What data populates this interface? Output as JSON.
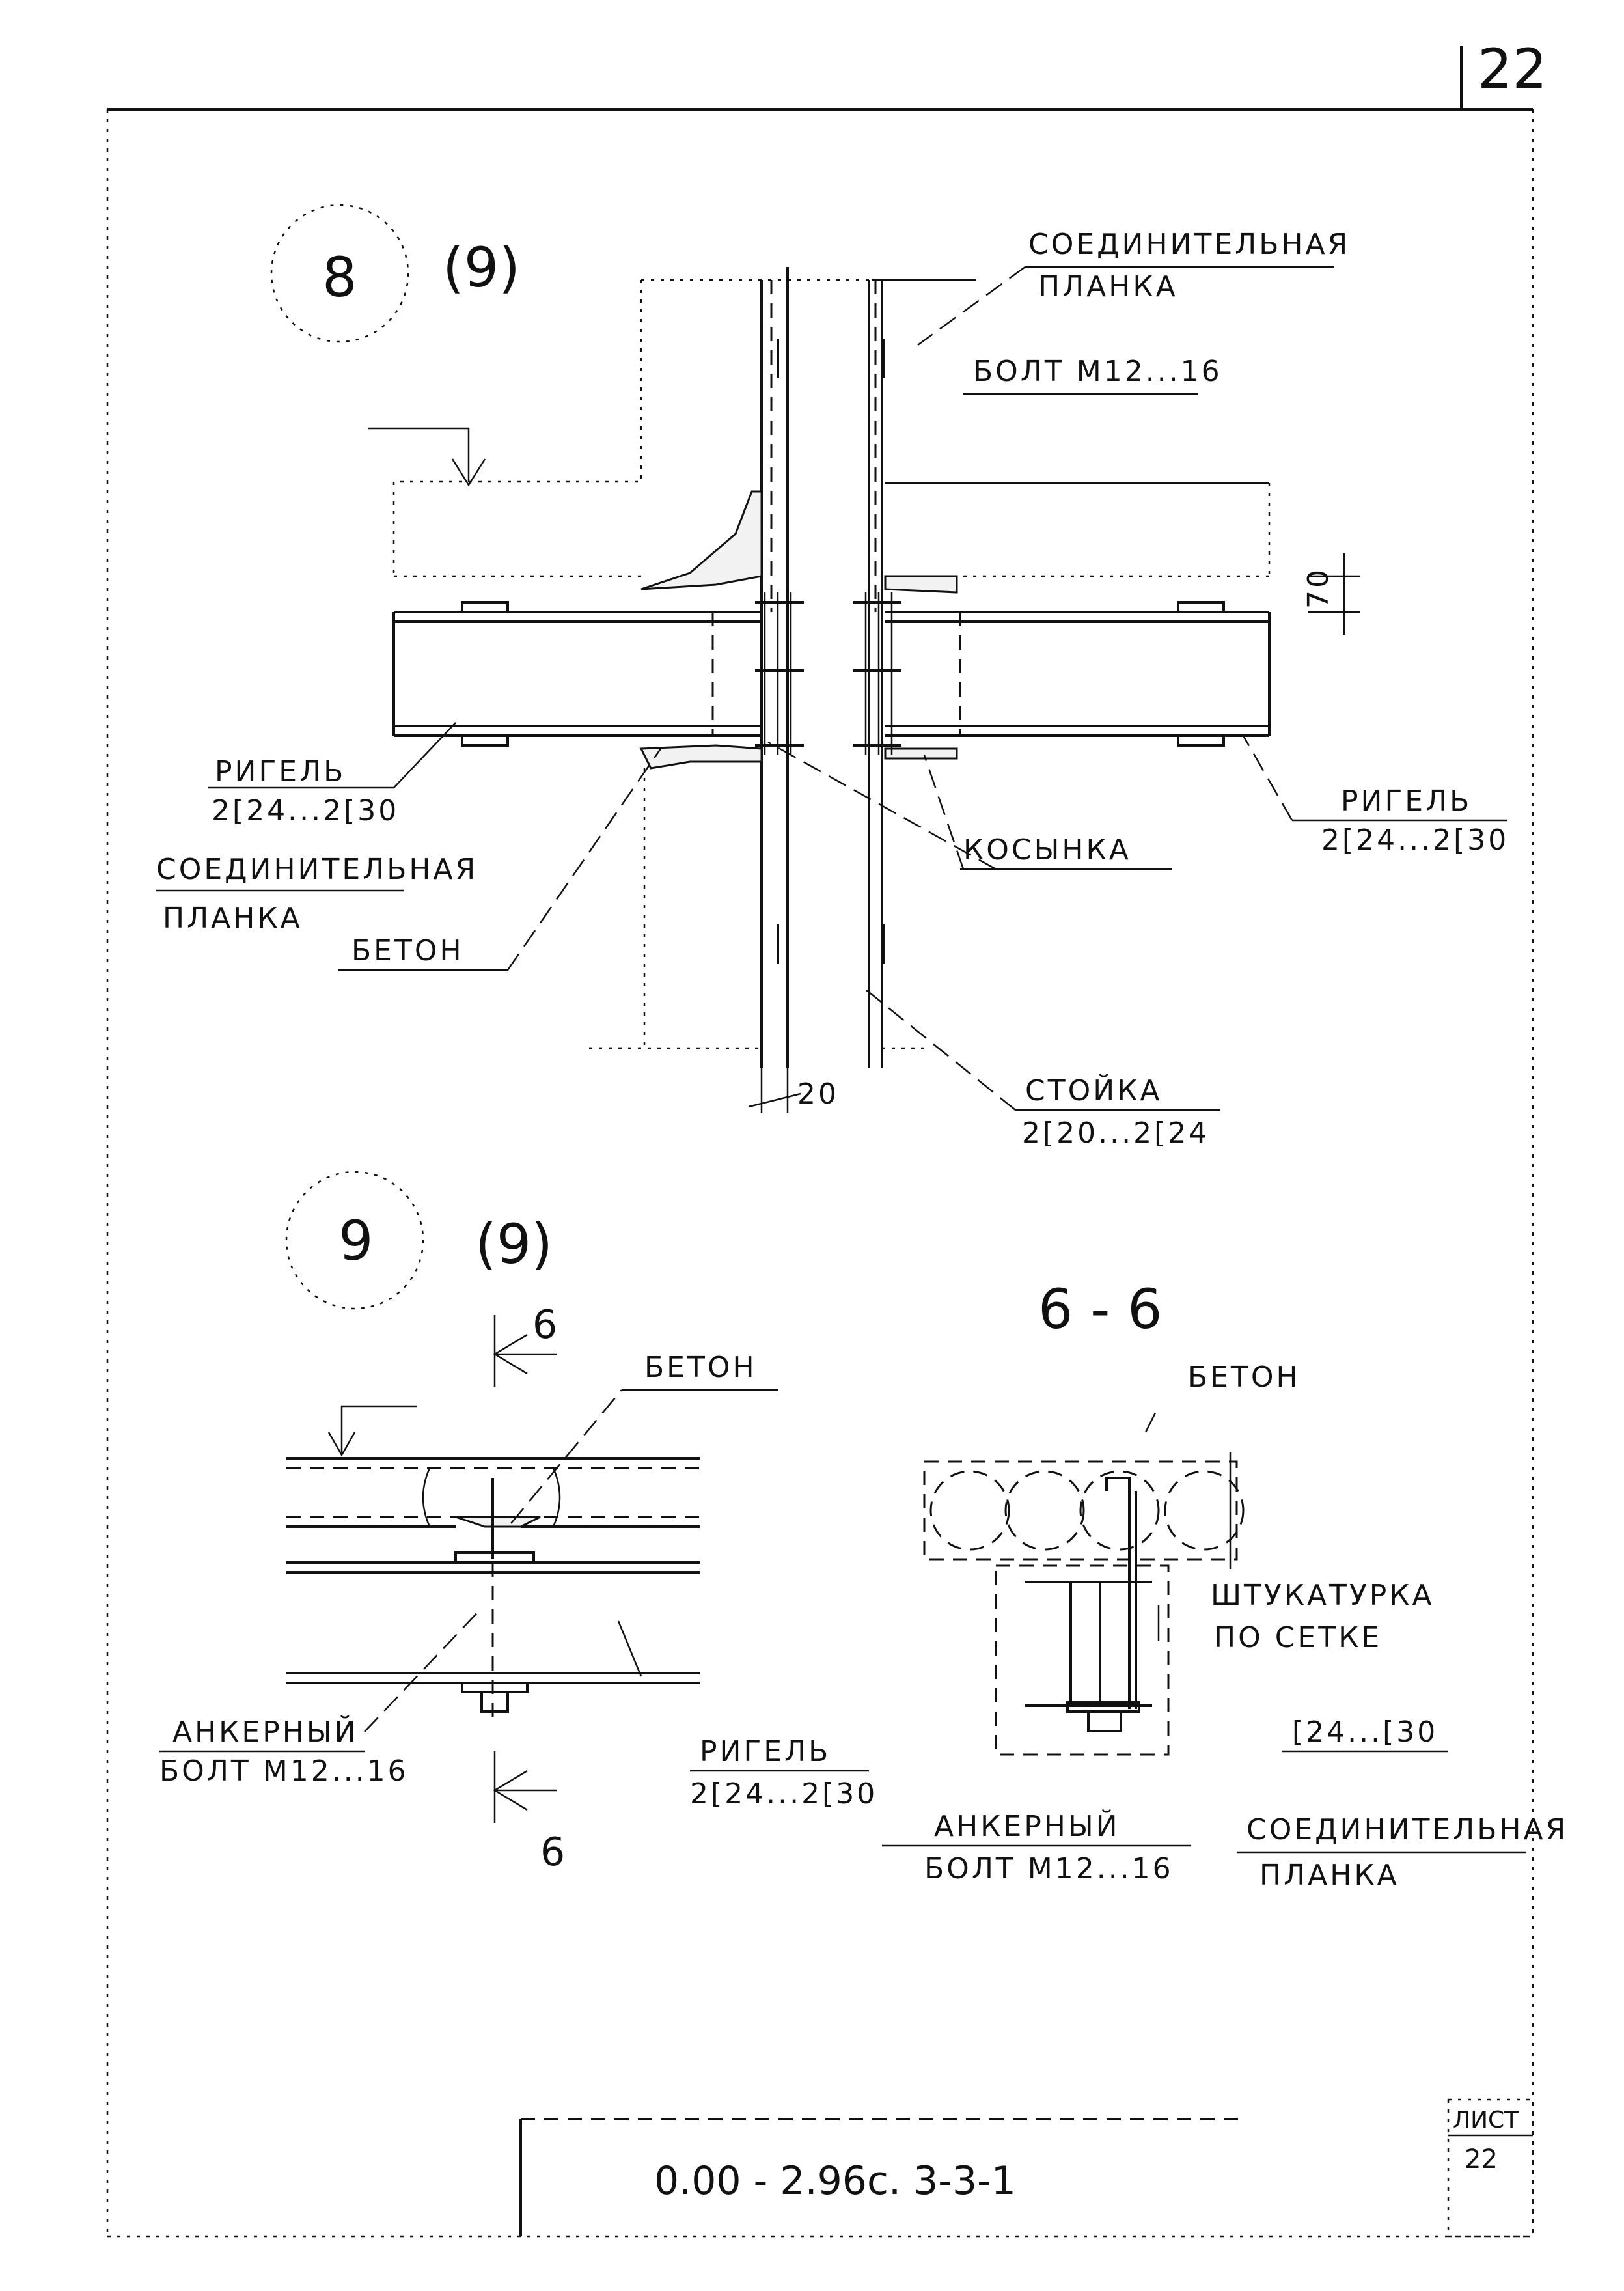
{
  "sheet": {
    "page_number": "22",
    "doc_code": "0.00 - 2.96c. 3-3-1",
    "list_label": "ЛИСТ",
    "list_number": "22"
  },
  "detail8": {
    "number": "8",
    "sheet_ref": "(9)",
    "labels": {
      "connecting_plate_top_1": "СОЕДИНИТЕЛЬНАЯ",
      "connecting_plate_top_2": "ПЛАНКА",
      "bolt": "БОЛТ М12...16",
      "girder_left_1": "РИГЕЛЬ",
      "girder_left_2": "2[24...2[30",
      "connecting_plate_left_1": "СОЕДИНИТЕЛЬНАЯ",
      "connecting_plate_left_2": "ПЛАНКА",
      "concrete": "БЕТОН",
      "gusset": "КОСЫНКА",
      "girder_right_1": "РИГЕЛЬ",
      "girder_right_2": "2[24...2[30",
      "post_1": "СТОЙКА",
      "post_2": "2[20...2[24",
      "dim_70": "70",
      "dim_20": "20"
    }
  },
  "detail9": {
    "number": "9",
    "sheet_ref": "(9)",
    "section_mark_top": "6",
    "section_mark_bottom": "6",
    "labels": {
      "concrete": "БЕТОН",
      "anchor_bolt_1": "АНКЕРНЫЙ",
      "anchor_bolt_2": "БОЛТ М12...16",
      "girder_1": "РИГЕЛЬ",
      "girder_2": "2[24...2[30"
    }
  },
  "section6": {
    "title": "6 - 6",
    "labels": {
      "concrete": "БЕТОН",
      "plaster_1": "ШТУКАТУРКА",
      "plaster_2": "ПО СЕТКЕ",
      "channel": "[24...[30",
      "anchor_bolt_1": "АНКЕРНЫЙ",
      "anchor_bolt_2": "БОЛТ М12...16",
      "connecting_plate_1": "СОЕДИНИТЕЛЬНАЯ",
      "connecting_plate_2": "ПЛАНКА"
    }
  }
}
